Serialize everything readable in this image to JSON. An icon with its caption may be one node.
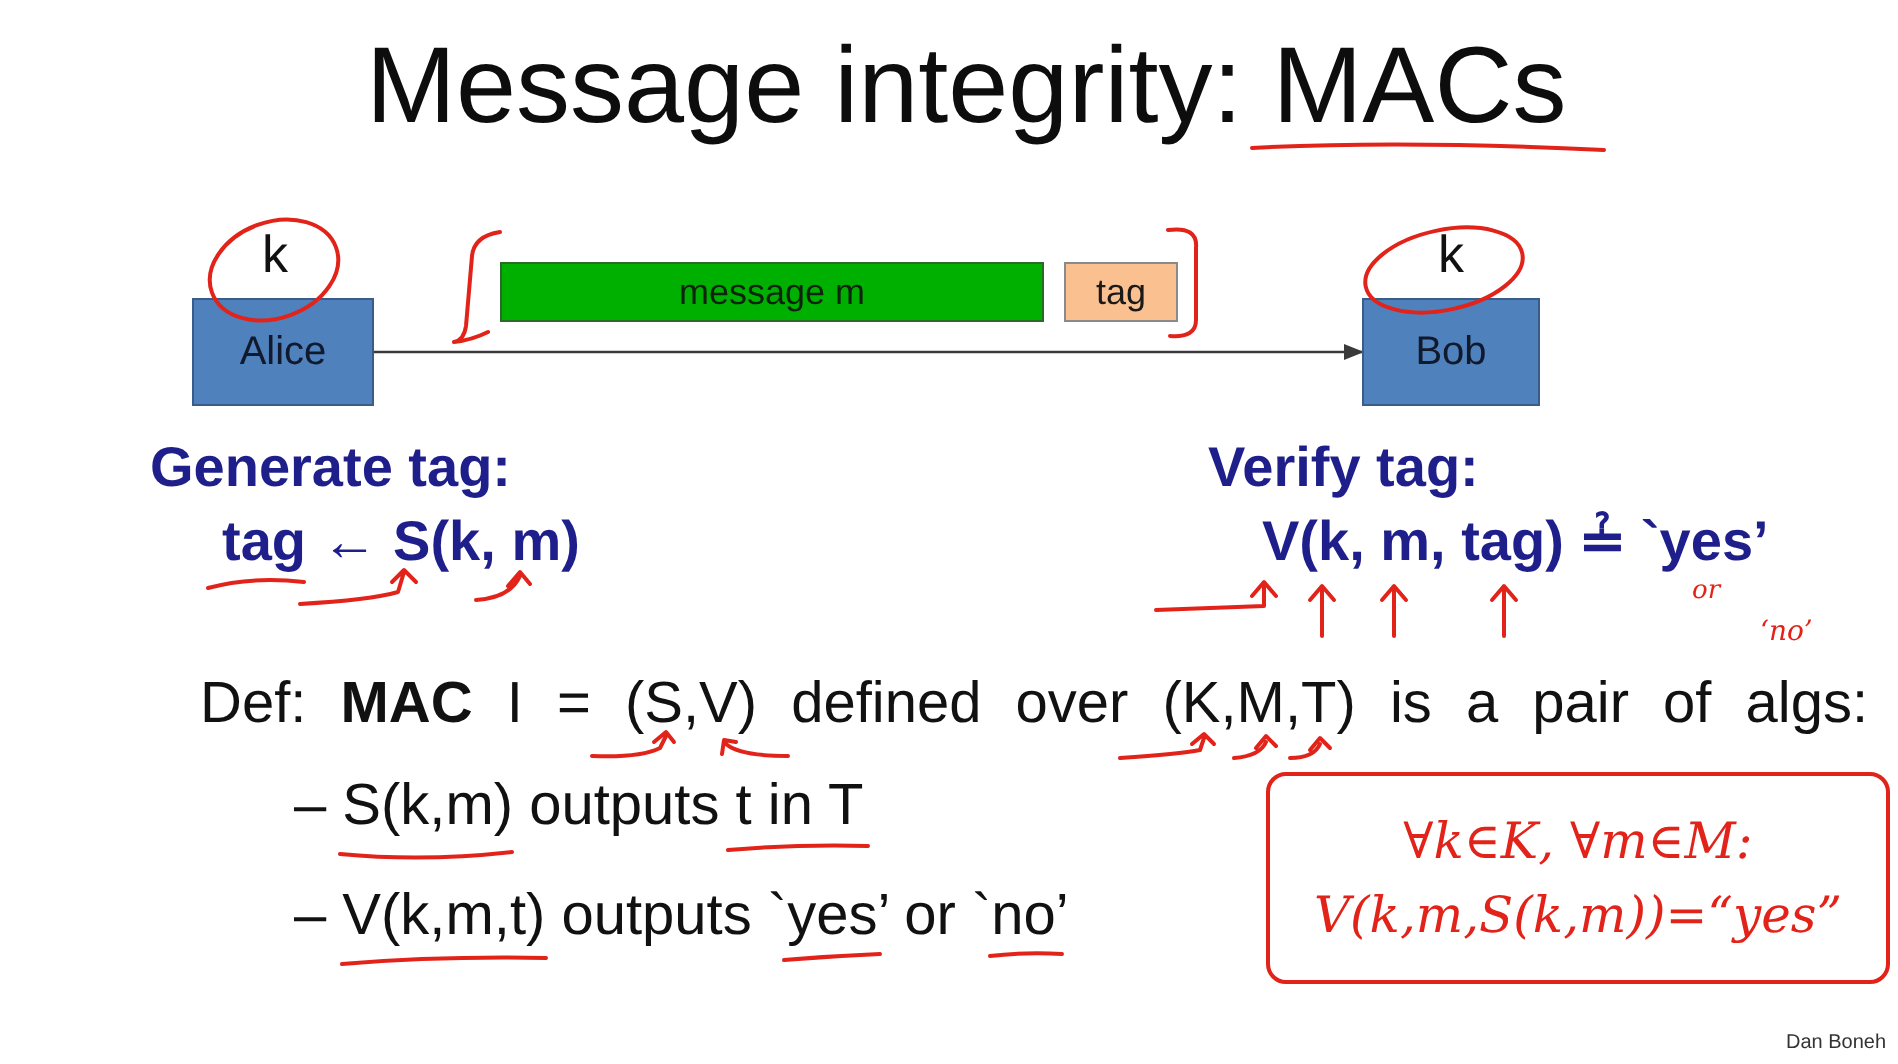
{
  "diagram": {
    "title": "Message integrity: MACs",
    "nodes": [
      {
        "text": [
          "Alice"
        ],
        "beside": [
          "k"
        ]
      },
      {
        "text": [
          "message m"
        ]
      },
      {
        "text": [
          "tag"
        ]
      },
      {
        "text": [
          "Bob"
        ],
        "beside": [
          "k"
        ]
      },
      {
        "text": [
          "∀k∈K, ∀m∈M:",
          "V(k,m,S(k,m))=“yes”"
        ]
      }
    ],
    "edges": [
      {
        "from": 0,
        "to": 3,
        "arrow": "to"
      }
    ],
    "labels": [
      "Generate tag:",
      "Verify tag:",
      "tag ← S(k, m)",
      "V(k, m, tag) ≟ `yes’",
      "or",
      "‘no’",
      "Def: **MAC** I = (S,V) defined over (K,M,T) is a pair of algs:",
      "– S(k,m) outputs t in T",
      "– V(k,m,t) outputs `yes’ or `no’",
      "Dan Boneh"
    ]
  }
}
